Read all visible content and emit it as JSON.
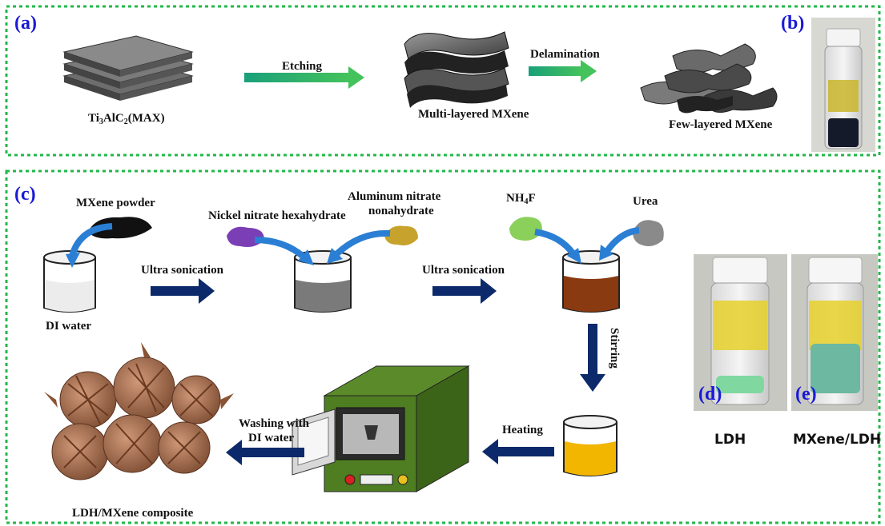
{
  "panels": {
    "a": "(a)",
    "b": "(b)",
    "c": "(c)",
    "d": "(d)",
    "e": "(e)"
  },
  "top": {
    "max_label_pre": "Ti",
    "max_label_sub1": "3",
    "max_label_mid": "AlC",
    "max_label_sub2": "2",
    "max_label_post": "(MAX)",
    "etching": "Etching",
    "multilayer": "Multi-layered MXene",
    "delamination": "Delamination",
    "fewlayer": "Few-layered MXene"
  },
  "bottom": {
    "mxene_powder": "MXene powder",
    "di_water": "DI water",
    "ultra1": "Ultra sonication",
    "nickel": "Nickel nitrate hexahydrate",
    "aluminum_line1": "Aluminum nitrate",
    "aluminum_line2": "nonahydrate",
    "ultra2": "Ultra sonication",
    "nh4f_pre": "NH",
    "nh4f_sub": "4",
    "nh4f_post": "F",
    "urea": "Urea",
    "stirring": "Stirring",
    "heating": "Heating",
    "washing_line1": "Washing with",
    "washing_line2": "DI water",
    "composite": "LDH/MXene composite",
    "ldh": "LDH",
    "mxene_ldh": "MXene/LDH"
  },
  "colors": {
    "border": "#22b84a",
    "panel_label": "#1a1ad6",
    "arrow_green": "#2db36b",
    "arrow_navy": "#0c2a6b",
    "curved_arrow": "#2a7fd4"
  }
}
